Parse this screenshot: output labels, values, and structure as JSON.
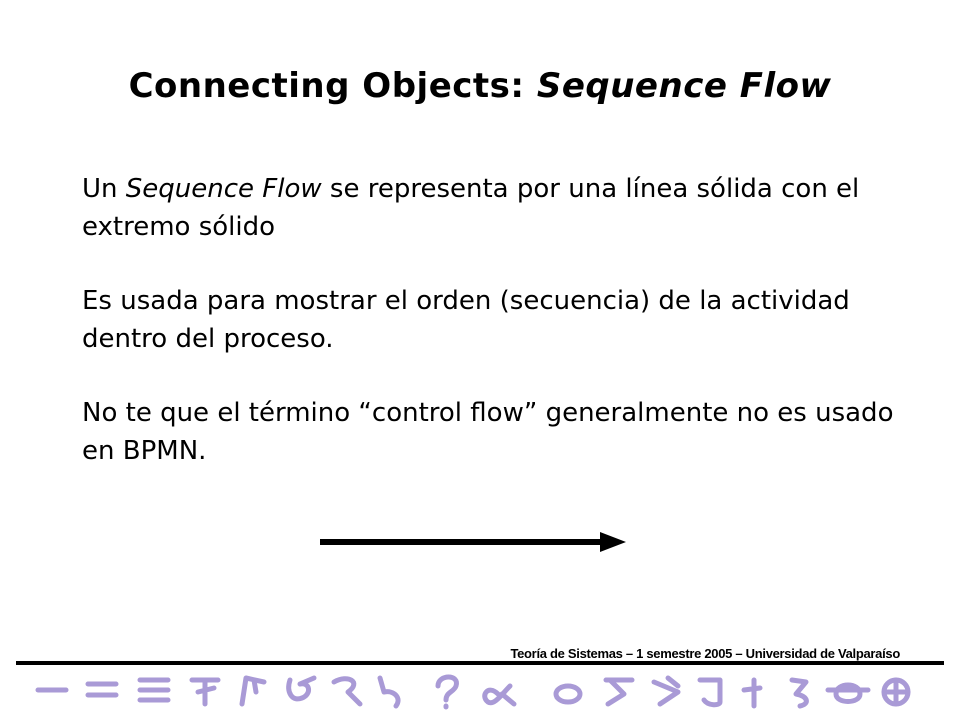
{
  "slide": {
    "title_prefix": "Connecting Objects: ",
    "title_emphasis": "Sequence Flow",
    "p1_pre": "Un ",
    "p1_em": "Sequence Flow",
    "p1_rest": " se representa por una línea sólida con el extremo sólido",
    "p2": "Es usada para mostrar el orden (secuencia) de la actividad dentro del proceso.",
    "p3": "No te que el término “control flow” generalmente no es usado en BPMN."
  },
  "footer": {
    "text": "Teoría de Sistemas – 1 semestre 2005 – Universidad de Valparaíso"
  },
  "decoration": {
    "strip_icons": "purple-hand-drawn-symbols",
    "colors": {
      "ink": "#000000",
      "symbols": "#a99ad6"
    }
  }
}
